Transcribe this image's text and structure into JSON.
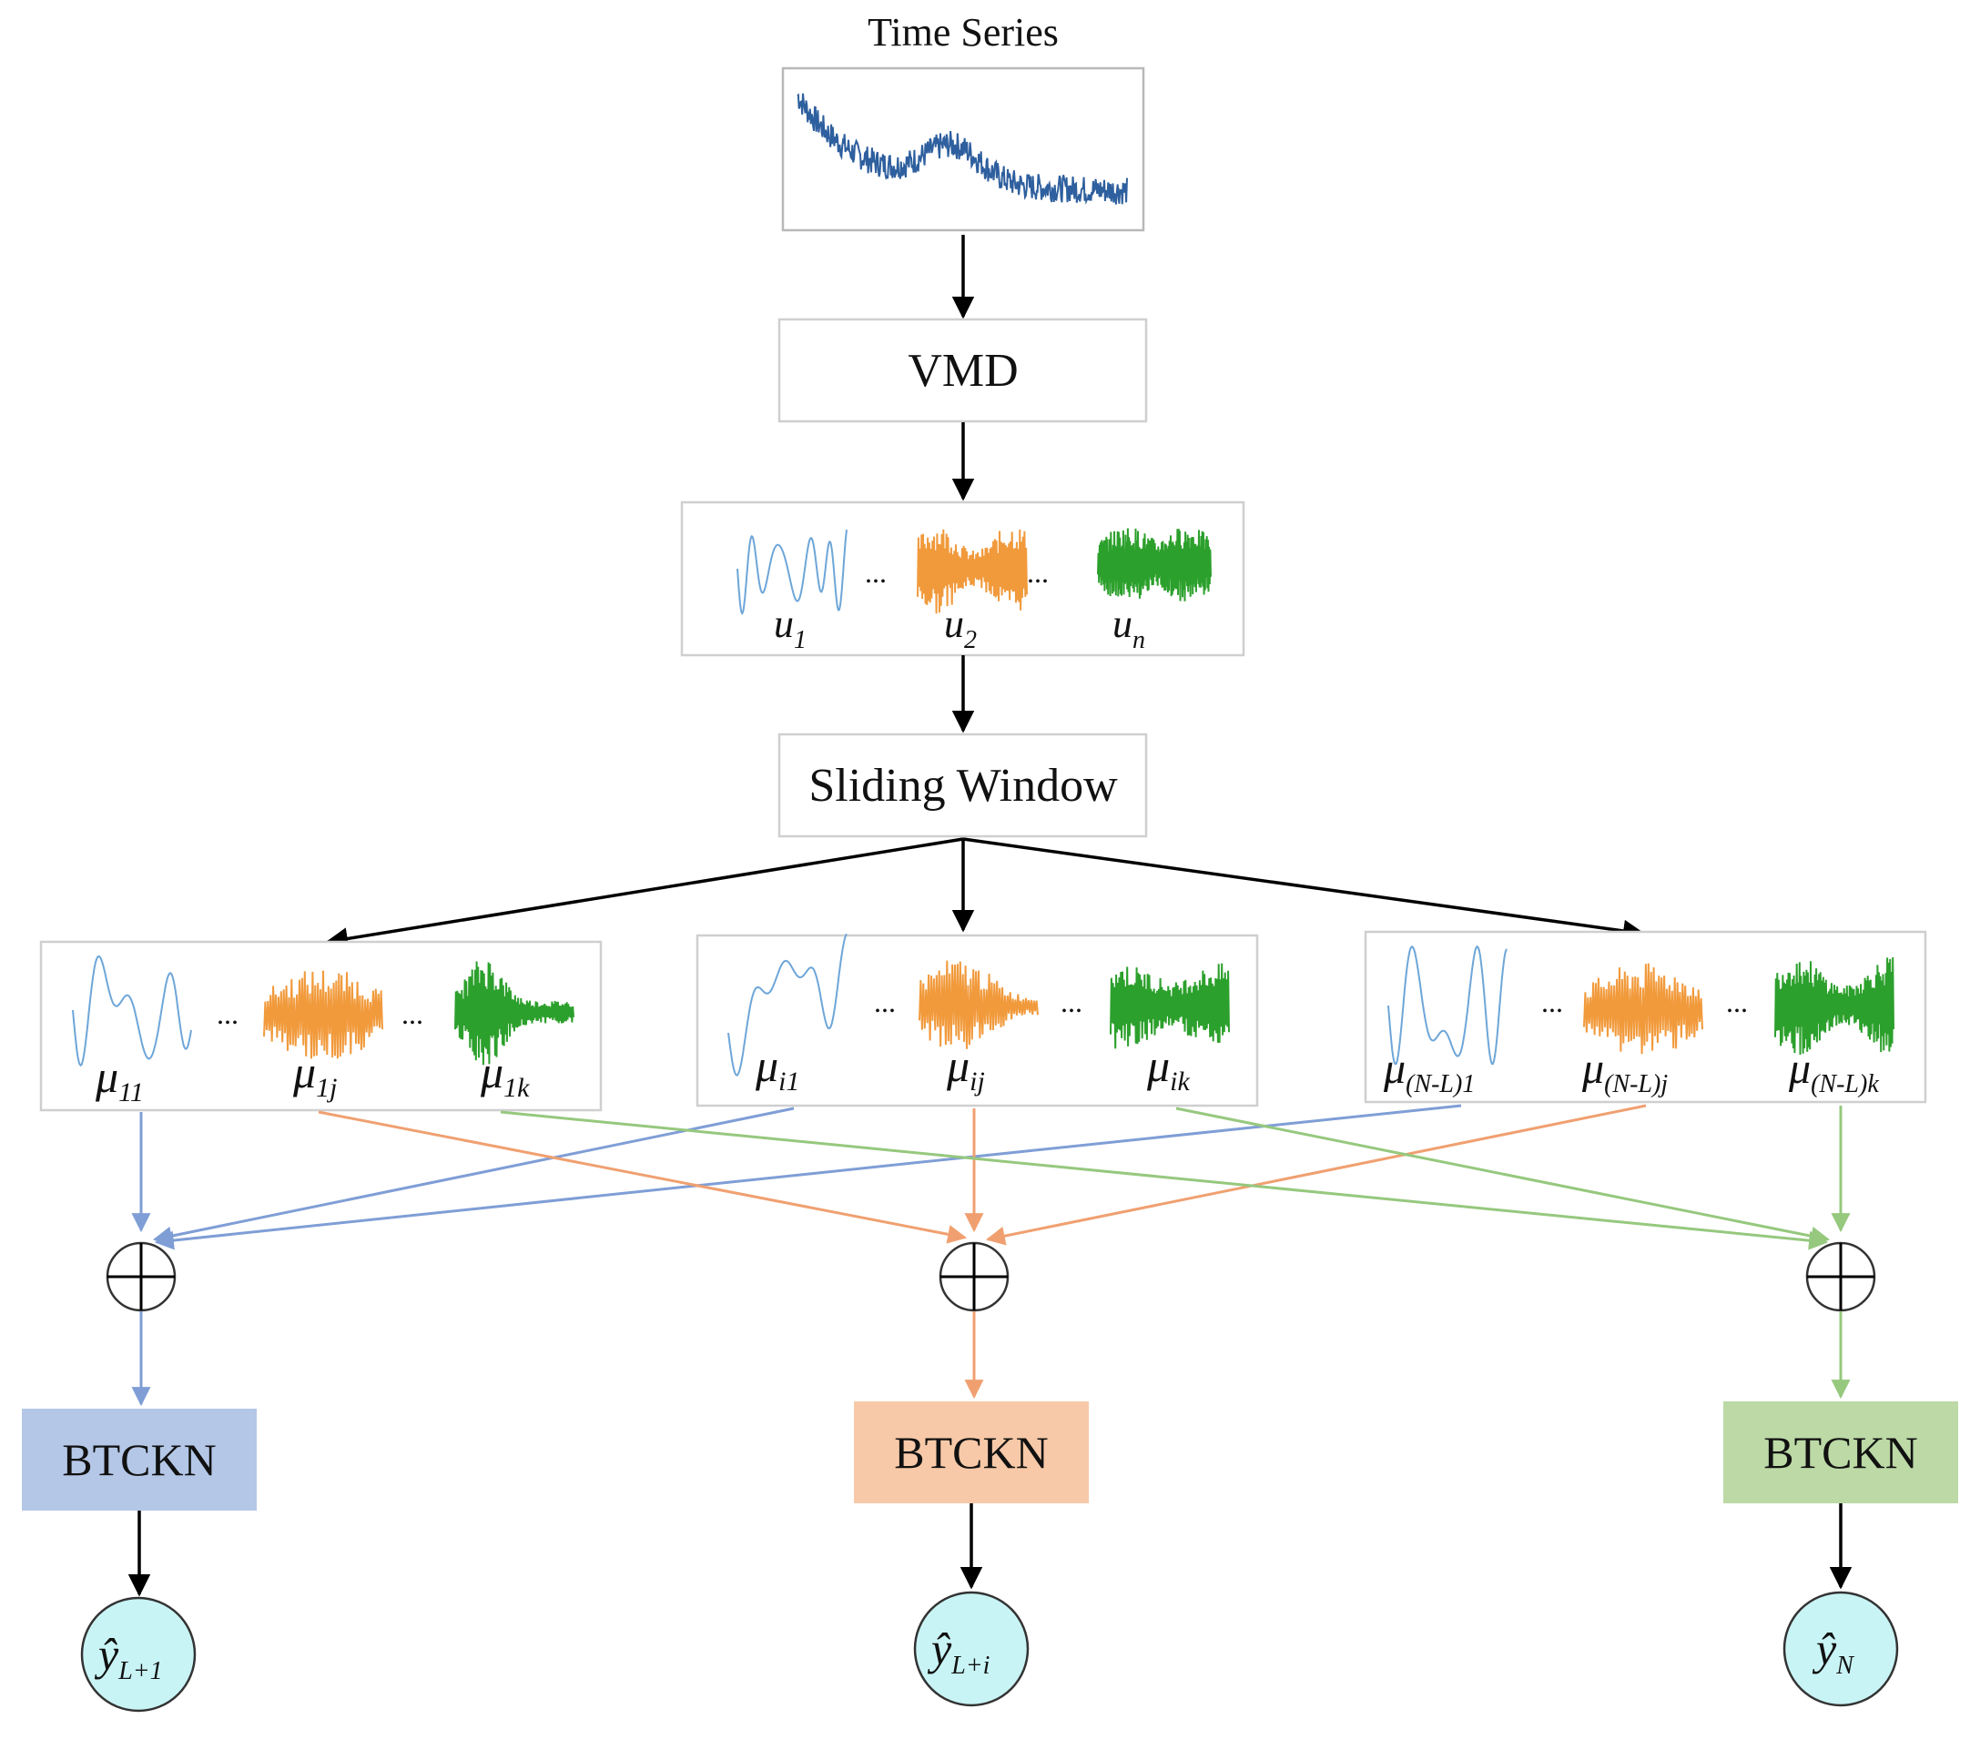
{
  "title": "Time Series",
  "vmd_label": "VMD",
  "sliding_window_label": "Sliding Window",
  "ellipsis": "...",
  "imf_labels": {
    "u1_base": "u",
    "u1_sub": "1",
    "u2_base": "u",
    "u2_sub": "2",
    "un_base": "u",
    "un_sub": "n"
  },
  "windows": [
    {
      "labels": [
        {
          "base": "μ",
          "sub": "11"
        },
        {
          "base": "μ",
          "sub": "1j"
        },
        {
          "base": "μ",
          "sub": "1k"
        }
      ]
    },
    {
      "labels": [
        {
          "base": "μ",
          "sub": "i1"
        },
        {
          "base": "μ",
          "sub": "ij"
        },
        {
          "base": "μ",
          "sub": "ik"
        }
      ]
    },
    {
      "labels": [
        {
          "base": "μ",
          "sub": "(N-L)1"
        },
        {
          "base": "μ",
          "sub": "(N-L)j"
        },
        {
          "base": "μ",
          "sub": "(N-L)k"
        }
      ]
    }
  ],
  "model_label": "BTCKN",
  "outputs": [
    {
      "base": "ŷ",
      "sub": "L+1"
    },
    {
      "base": "ŷ",
      "sub": "L+i"
    },
    {
      "base": "ŷ",
      "sub": "N"
    }
  ],
  "colors": {
    "blue_line": "#7f9ed6",
    "orange_line": "#f0a070",
    "green_line": "#96c87e",
    "blue_box": "#b4c7e7",
    "orange_box": "#f7c9a8",
    "green_box": "#bcd9a6",
    "output_circle": "#c9f4f6",
    "ts_wave": "#2e5f9e",
    "imf_blue": "#6ea6d8",
    "imf_orange": "#f19a3c",
    "imf_green": "#2ca02c"
  }
}
